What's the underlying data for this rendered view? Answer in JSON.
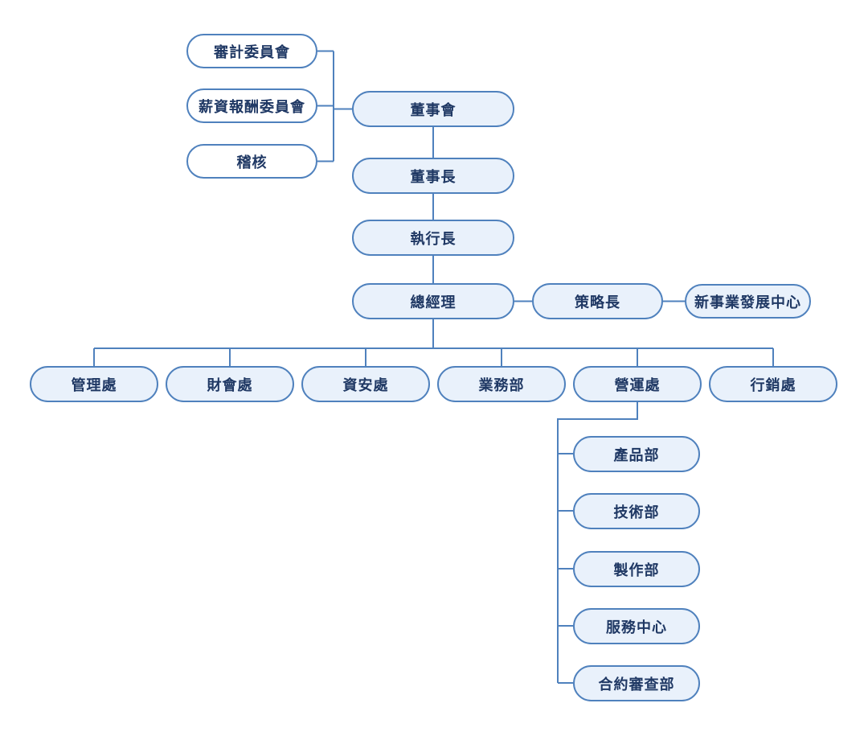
{
  "diagram": {
    "type": "org-chart",
    "colors": {
      "node_border": "#4F81BD",
      "node_fill_light": "#E9F1FB",
      "node_fill_white": "#FFFFFF",
      "node_text": "#1F3864",
      "connector_line": "#4F81BD",
      "background": "#FFFFFF"
    },
    "nodes": [
      {
        "id": "audit-committee",
        "label": "審計委員會",
        "parent": "board",
        "style": "white"
      },
      {
        "id": "compensation-committee",
        "label": "薪資報酬委員會",
        "parent": "board",
        "style": "white"
      },
      {
        "id": "internal-audit",
        "label": "稽核",
        "parent": "board",
        "style": "white"
      },
      {
        "id": "board",
        "label": "董事會",
        "parent": null,
        "style": "light"
      },
      {
        "id": "chairman",
        "label": "董事長",
        "parent": "board",
        "style": "light"
      },
      {
        "id": "ceo",
        "label": "執行長",
        "parent": "chairman",
        "style": "light"
      },
      {
        "id": "president",
        "label": "總經理",
        "parent": "ceo",
        "style": "light"
      },
      {
        "id": "cso",
        "label": "策略長",
        "parent": "president",
        "style": "light"
      },
      {
        "id": "nbdc",
        "label": "新事業發展中心",
        "parent": "cso",
        "style": "light"
      },
      {
        "id": "admin-div",
        "label": "管理處",
        "parent": "president",
        "style": "light"
      },
      {
        "id": "finance-div",
        "label": "財會處",
        "parent": "president",
        "style": "light"
      },
      {
        "id": "infosec-div",
        "label": "資安處",
        "parent": "president",
        "style": "light"
      },
      {
        "id": "sales-dept",
        "label": "業務部",
        "parent": "president",
        "style": "light"
      },
      {
        "id": "operations-div",
        "label": "營運處",
        "parent": "president",
        "style": "light"
      },
      {
        "id": "marketing-div",
        "label": "行銷處",
        "parent": "president",
        "style": "light"
      },
      {
        "id": "product-dept",
        "label": "產品部",
        "parent": "operations-div",
        "style": "light"
      },
      {
        "id": "technology-dept",
        "label": "技術部",
        "parent": "operations-div",
        "style": "light"
      },
      {
        "id": "production-dept",
        "label": "製作部",
        "parent": "operations-div",
        "style": "light"
      },
      {
        "id": "service-center",
        "label": "服務中心",
        "parent": "operations-div",
        "style": "light"
      },
      {
        "id": "contract-review-dept",
        "label": "合約審查部",
        "parent": "operations-div",
        "style": "light"
      }
    ]
  }
}
